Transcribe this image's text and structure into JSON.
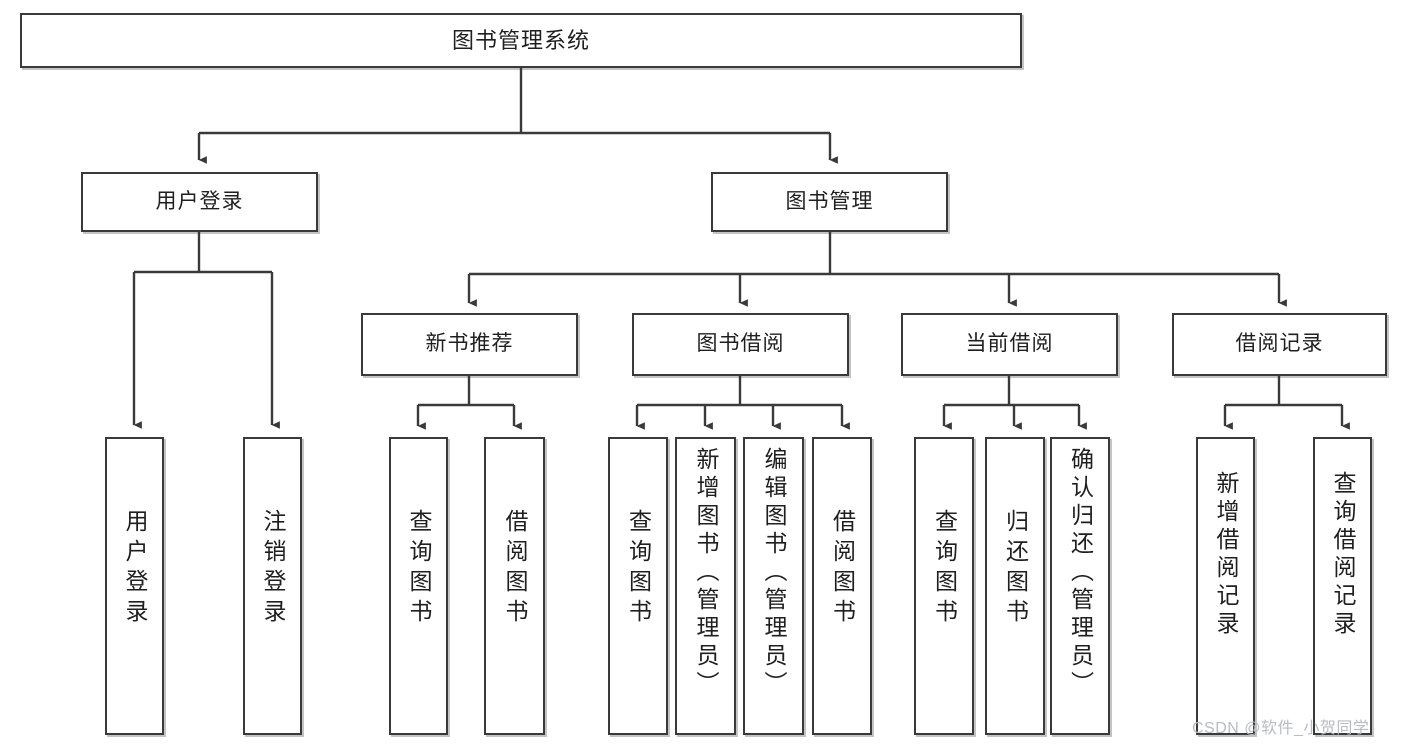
{
  "diagram": {
    "type": "tree",
    "title": "图书管理系统",
    "watermark": "CSDN @软件_小贺同学",
    "colors": {
      "stroke": "#3a3a3a",
      "fill": "#ffffff",
      "text": "#1f1f1f",
      "watermark": "#b9bcc0"
    },
    "levels": {
      "root": "图书管理系统",
      "level2": [
        "用户登录",
        "图书管理"
      ],
      "level3": [
        "新书推荐",
        "图书借阅",
        "当前借阅",
        "借阅记录"
      ]
    },
    "nodes": {
      "root": "图书管理系统",
      "user_login": "用户登录",
      "book_manage": "图书管理",
      "new_book_rec": "新书推荐",
      "book_borrow": "图书借阅",
      "current_borrow": "当前借阅",
      "borrow_record": "借阅记录",
      "leaf_user_login": "用户登录",
      "leaf_logout": "注销登录",
      "leaf_query_book_1": "查询图书",
      "leaf_borrow_book_1": "借阅图书",
      "leaf_query_book_2": "查询图书",
      "leaf_add_book_admin": "新增图书（管理员）",
      "leaf_edit_book_admin": "编辑图书（管理员）",
      "leaf_borrow_book_2": "借阅图书",
      "leaf_query_book_3": "查询图书",
      "leaf_return_book": "归还图书",
      "leaf_confirm_return_admin": "确认归还（管理员）",
      "leaf_add_record": "新增借阅记录",
      "leaf_query_record": "查询借阅记录"
    }
  }
}
